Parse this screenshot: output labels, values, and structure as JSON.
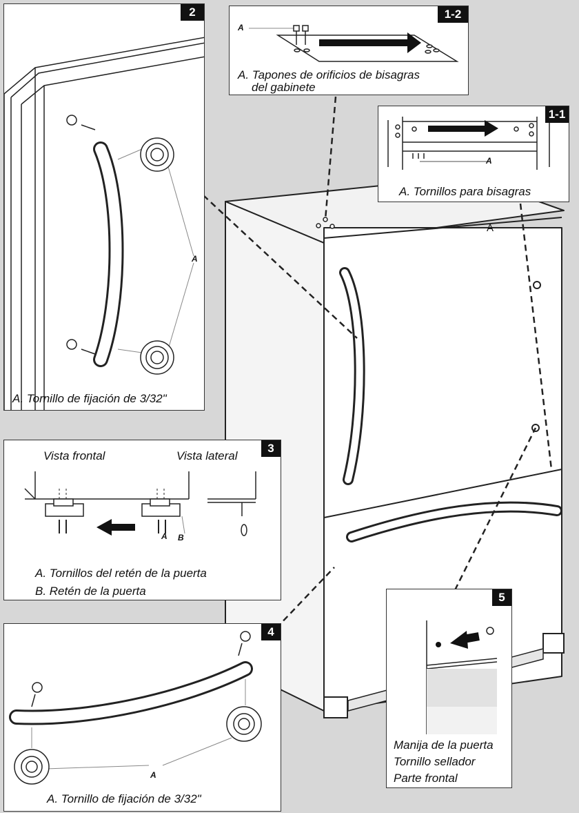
{
  "panel_1_2": {
    "badge": "1-2",
    "label_a": "A",
    "caption_line1": "A. Tapones de orificios de bisagras",
    "caption_line2": "del gabinete"
  },
  "panel_1_1": {
    "badge": "1-1",
    "label_a": "A",
    "caption": "A. Tornillos para bisagras"
  },
  "panel_2": {
    "badge": "2",
    "label_a": "A",
    "caption": "A. Tornillo de fijación de 3/32\""
  },
  "panel_3": {
    "badge": "3",
    "front_view": "Vista frontal",
    "side_view": "Vista lateral",
    "label_a": "A",
    "label_b": "B",
    "caption_a": "A. Tornillos del retén de la puerta",
    "caption_b": "B. Retén de la puerta"
  },
  "panel_4": {
    "badge": "4",
    "label_a": "A",
    "caption": "A. Tornillo de fijación de 3/32\""
  },
  "panel_5": {
    "badge": "5",
    "line1": "Manija de la puerta",
    "line2": "Tornillo sellador",
    "line3": "Parte frontal"
  },
  "fridge": {
    "label_a": "A"
  }
}
